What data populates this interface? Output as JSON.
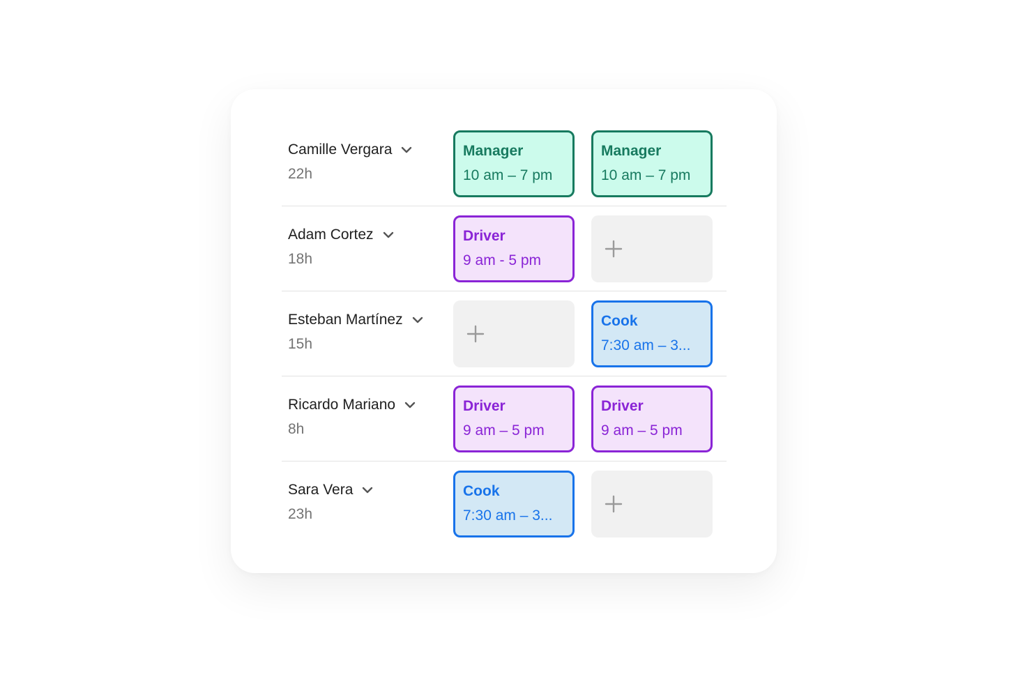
{
  "schedule": {
    "rows": [
      {
        "name": "Camille Vergara",
        "hours": "22h",
        "shifts": [
          {
            "role": "Manager",
            "time": "10 am – 7 pm",
            "kind": "manager"
          },
          {
            "role": "Manager",
            "time": "10 am – 7 pm",
            "kind": "manager"
          }
        ]
      },
      {
        "name": "Adam Cortez",
        "hours": "18h",
        "shifts": [
          {
            "role": "Driver",
            "time": "9 am - 5 pm",
            "kind": "driver"
          },
          {
            "kind": "empty"
          }
        ]
      },
      {
        "name": "Esteban Martínez",
        "hours": "15h",
        "shifts": [
          {
            "kind": "empty"
          },
          {
            "role": "Cook",
            "time": "7:30 am – 3...",
            "kind": "cook"
          }
        ]
      },
      {
        "name": "Ricardo Mariano",
        "hours": "8h",
        "shifts": [
          {
            "role": "Driver",
            "time": "9 am – 5 pm",
            "kind": "driver"
          },
          {
            "role": "Driver",
            "time": "9 am – 5 pm",
            "kind": "driver"
          }
        ]
      },
      {
        "name": "Sara Vera",
        "hours": "23h",
        "shifts": [
          {
            "role": "Cook",
            "time": "7:30 am – 3...",
            "kind": "cook"
          },
          {
            "kind": "empty"
          }
        ]
      }
    ]
  },
  "icons": {
    "expand": "chevron-down-icon",
    "add": "plus-icon"
  },
  "colors": {
    "manager": "#177a5f",
    "manager_bg": "#ccfbec",
    "driver": "#8a24d6",
    "driver_bg": "#f4e3fb",
    "cook": "#1873ea",
    "cook_bg": "#d3e8f5",
    "empty_bg": "#f1f1f1"
  }
}
